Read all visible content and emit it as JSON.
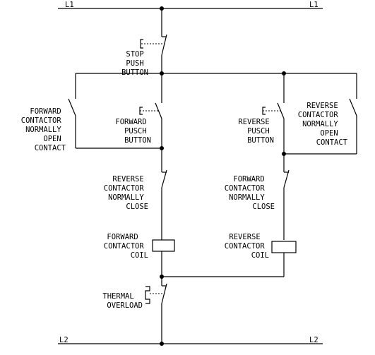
{
  "rails": {
    "l1_left": "L1",
    "l1_right": "L1",
    "l2_left": "L2",
    "l2_right": "L2"
  },
  "stop_button": [
    "STOP",
    "PUSH",
    "BUTTON"
  ],
  "forward_aux": [
    "FORWARD",
    "CONTACTOR",
    "NORMALLY",
    "OPEN",
    "CONTACT"
  ],
  "forward_button": [
    "FORWARD",
    "PUSCH",
    "BUTTON"
  ],
  "reverse_button": [
    "REVERSE",
    "PUSCH",
    "BUTTON"
  ],
  "reverse_aux": [
    "REVERSE",
    "CONTACTOR",
    "NORMALLY",
    "OPEN",
    "CONTACT"
  ],
  "reverse_interlock": [
    "REVERSE",
    "CONTACTOR",
    "NORMALLY",
    "CLOSE"
  ],
  "forward_interlock": [
    "FORWARD",
    "CONTACTOR",
    "NORMALLY",
    "CLOSE"
  ],
  "forward_coil": [
    "FORWARD",
    "CONTACTOR",
    "COIL"
  ],
  "reverse_coil": [
    "REVERSE",
    "CONTACTOR",
    "COIL"
  ],
  "thermal_overload": [
    "THERMAL",
    "OVERLOAD"
  ]
}
